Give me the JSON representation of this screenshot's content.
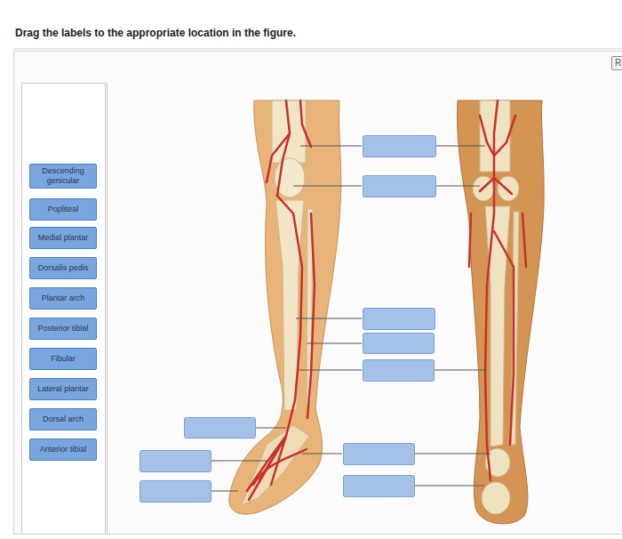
{
  "diagram": {
    "title": "Drag the labels to the appropriate location in the figure.",
    "nodes": [
      {
        "text": [
          "Descending genicular"
        ]
      },
      {
        "text": [
          "Popliteal"
        ]
      },
      {
        "text": [
          "Medial plantar"
        ]
      },
      {
        "text": [
          "Dorsalis pedis"
        ]
      },
      {
        "text": [
          "Plantar arch"
        ]
      },
      {
        "text": [
          "Posterior tibial"
        ]
      },
      {
        "text": [
          "Fibular"
        ]
      },
      {
        "text": [
          "Lateral plantar"
        ]
      },
      {
        "text": [
          "Dorsal arch"
        ]
      },
      {
        "text": [
          "Anterior tibial"
        ]
      }
    ],
    "labels": [
      "R"
    ]
  }
}
